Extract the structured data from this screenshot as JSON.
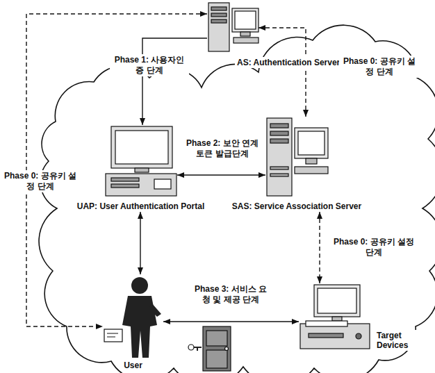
{
  "diagram": {
    "nodes": [
      {
        "text": [
          "AS: Authentication Server"
        ]
      },
      {
        "text": [
          "UAP: User Authentication Portal"
        ]
      },
      {
        "text": [
          "SAS: Service Association Server"
        ]
      },
      {
        "text": [
          "User"
        ]
      },
      {
        "text": [
          "Target Devices"
        ]
      }
    ],
    "edges": [
      {
        "from": 0,
        "to": 1,
        "arrow": "to",
        "label": "Phase 1: 사용자인증 단계"
      },
      {
        "from": 0,
        "to": 2,
        "arrow": "both",
        "label": "Phase 0: 공유키 설정 단계"
      },
      {
        "from": 0,
        "to": 3,
        "arrow": "both",
        "label": "Phase 0: 공유키 설정 단계"
      },
      {
        "from": 1,
        "to": 2,
        "arrow": "both",
        "label": "Phase 2: 보안 연계 토큰 발급단계"
      },
      {
        "from": 2,
        "to": 4,
        "arrow": "both",
        "label": "Phase 0: 공유키 설정 단계"
      },
      {
        "from": 1,
        "to": 3,
        "arrow": "both"
      },
      {
        "from": 3,
        "to": 4,
        "arrow": "both",
        "label": "Phase 3: 서비스 요청 및 제공 단계"
      }
    ]
  }
}
